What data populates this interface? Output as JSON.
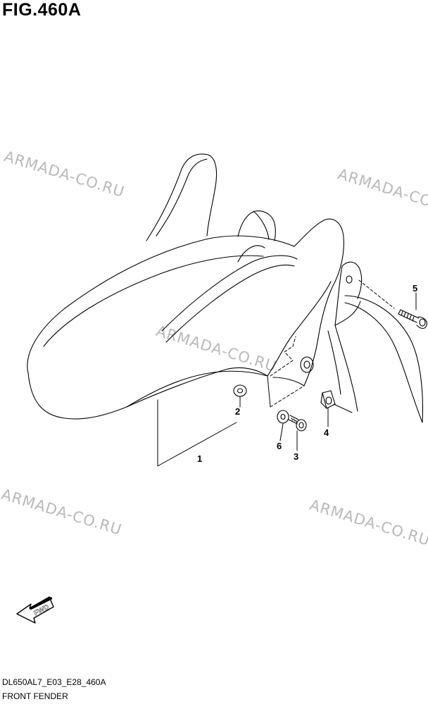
{
  "figure": {
    "title": "FIG.460A"
  },
  "watermarks": [
    "ARMADA-CO.RU",
    "ARMADA-CO.RU",
    "ARMADA-CO.RU",
    "ARMADA-CO.RU",
    "ARMADA-CO.RU"
  ],
  "callouts": [
    "1",
    "2",
    "3",
    "4",
    "5",
    "6"
  ],
  "direction_arrow": {
    "label": "FWD",
    "icon": "fwd-arrow-icon"
  },
  "footer": {
    "code": "DL650AL7_E03_E28_460A",
    "name": "FRONT FENDER"
  },
  "colors": {
    "line": "#000000",
    "watermark": "#b9b9b9",
    "background": "#ffffff"
  }
}
